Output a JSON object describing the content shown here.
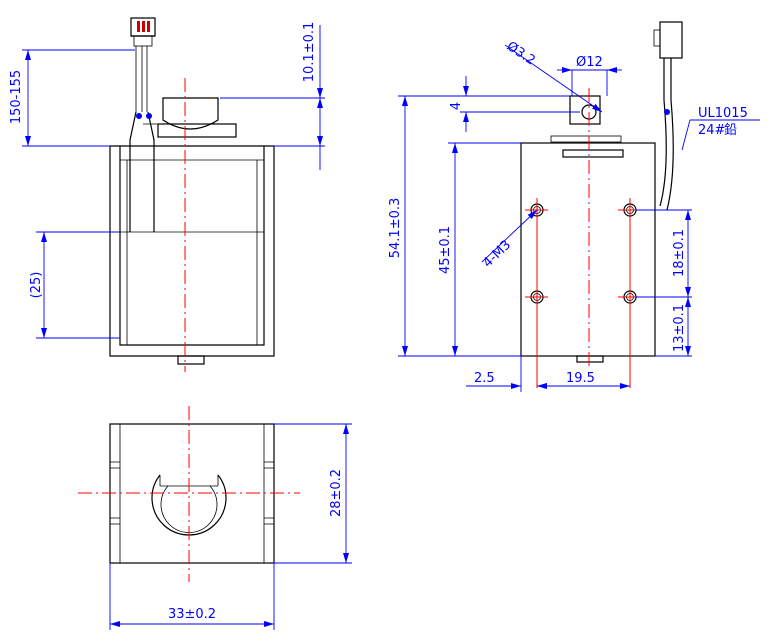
{
  "dimensions": {
    "lead_length": "150-155",
    "plunger_protrusion": "10.1±0.1",
    "stroke": "(25)",
    "hole_diameter": "Ø3.2",
    "plunger_diameter": "Ø12",
    "top_offset": "4",
    "total_height": "54.1±0.3",
    "body_height": "45±0.1",
    "thread": "4-M3",
    "hole_spacing_vertical": "18±0.1",
    "hole_bottom_offset": "13±0.1",
    "side_offset": "2.5",
    "hole_spacing_horizontal": "19.5",
    "body_depth": "28±0.2",
    "body_width": "33±0.2"
  },
  "wire": {
    "type": "UL1015",
    "gauge": "24#",
    "gauge_suffix": "鉛"
  },
  "colors": {
    "object": "#000000",
    "dimension": "#0000ff",
    "centerline": "#ff0000"
  }
}
